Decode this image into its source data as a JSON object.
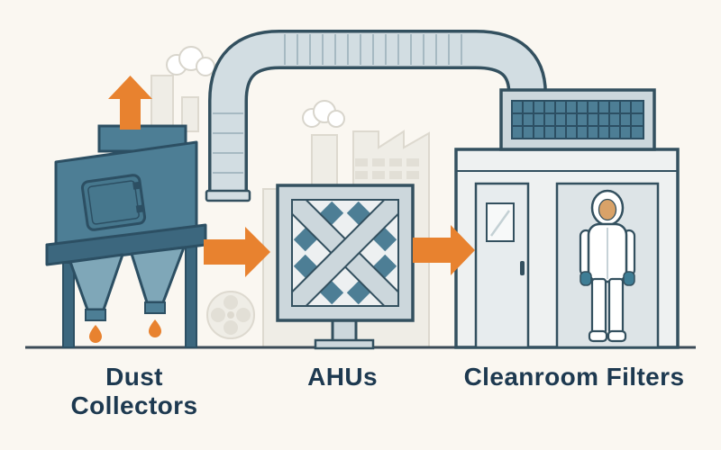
{
  "diagram": {
    "stages": [
      {
        "id": "dust-collectors",
        "label_line1": "Dust",
        "label_line2": "Collectors"
      },
      {
        "id": "ahus",
        "label": "AHUs"
      },
      {
        "id": "cleanroom-filters",
        "label": "Cleanroom Filters"
      }
    ],
    "arrows": [
      {
        "name": "exhaust-up-arrow",
        "direction": "up",
        "at": "dust-collectors"
      },
      {
        "name": "flow-arrow-1",
        "direction": "right",
        "from": "dust-collectors",
        "to": "ahus"
      },
      {
        "name": "flow-arrow-2",
        "direction": "right",
        "from": "ahus",
        "to": "cleanroom-filters"
      }
    ],
    "elements": [
      "dust-collector-illustration",
      "duct-pipe",
      "ahu-filter-unit",
      "cleanroom-building",
      "rooftop-vent-grille",
      "cleanroom-worker",
      "factory-silhouette"
    ]
  },
  "colors": {
    "background": "#faf7f1",
    "teal": "#4d7e95",
    "teal_dark": "#2c4f63",
    "teal_light": "#7fa7b8",
    "orange": "#e8822f",
    "duct_fill": "#d2dde2",
    "outline": "#33505f",
    "wall": "#eef1f1",
    "label_text": "#1d3950",
    "silhouette": "#efede6"
  }
}
